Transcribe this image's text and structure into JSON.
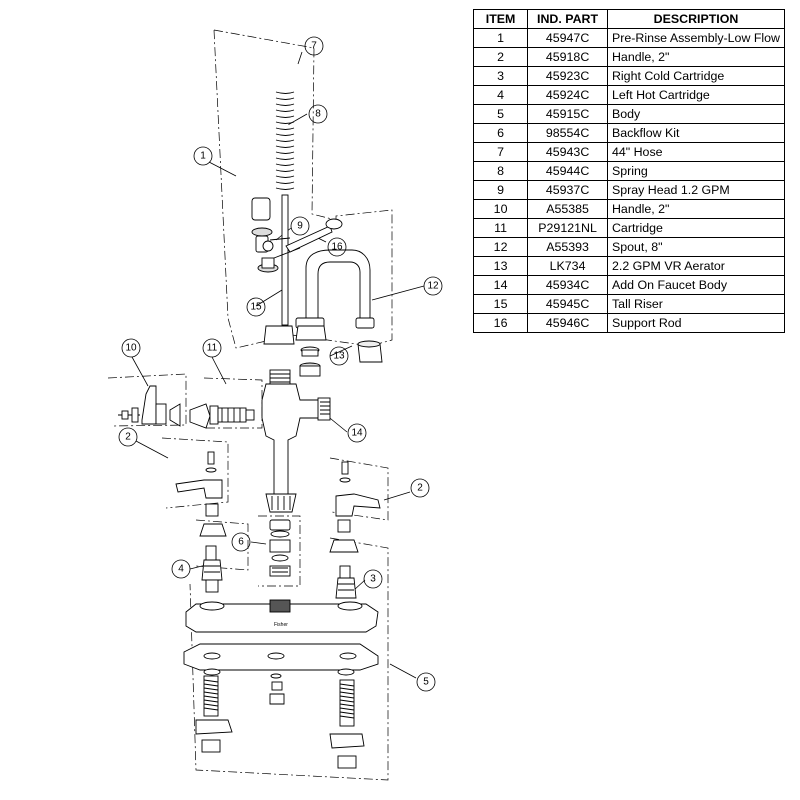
{
  "table": {
    "headers": {
      "item": "ITEM",
      "part": "IND. PART",
      "description": "DESCRIPTION"
    },
    "rows": [
      {
        "item": "1",
        "part": "45947C",
        "description": "Pre-Rinse Assembly-Low Flow"
      },
      {
        "item": "2",
        "part": "45918C",
        "description": "Handle, 2\""
      },
      {
        "item": "3",
        "part": "45923C",
        "description": "Right Cold Cartridge"
      },
      {
        "item": "4",
        "part": "45924C",
        "description": "Left Hot Cartridge"
      },
      {
        "item": "5",
        "part": "45915C",
        "description": "Body"
      },
      {
        "item": "6",
        "part": "98554C",
        "description": "Backflow Kit"
      },
      {
        "item": "7",
        "part": "45943C",
        "description": "44\" Hose"
      },
      {
        "item": "8",
        "part": "45944C",
        "description": "Spring"
      },
      {
        "item": "9",
        "part": "45937C",
        "description": "Spray Head 1.2 GPM"
      },
      {
        "item": "10",
        "part": "A55385",
        "description": "Handle, 2\""
      },
      {
        "item": "11",
        "part": "P29121NL",
        "description": "Cartridge"
      },
      {
        "item": "12",
        "part": "A55393",
        "description": "Spout, 8\""
      },
      {
        "item": "13",
        "part": "LK734",
        "description": "2.2 GPM VR Aerator"
      },
      {
        "item": "14",
        "part": "45934C",
        "description": "Add On Faucet Body"
      },
      {
        "item": "15",
        "part": "45945C",
        "description": "Tall Riser"
      },
      {
        "item": "16",
        "part": "45946C",
        "description": "Support Rod"
      }
    ]
  },
  "diagram": {
    "callouts": {
      "c1": "1",
      "c2a": "2",
      "c2b": "2",
      "c3": "3",
      "c4": "4",
      "c5": "5",
      "c6": "6",
      "c7": "7",
      "c8": "8",
      "c9": "9",
      "c10": "10",
      "c11": "11",
      "c12": "12",
      "c13": "13",
      "c14": "14",
      "c15": "15",
      "c16": "16"
    },
    "plate_marking": "Fisher"
  }
}
